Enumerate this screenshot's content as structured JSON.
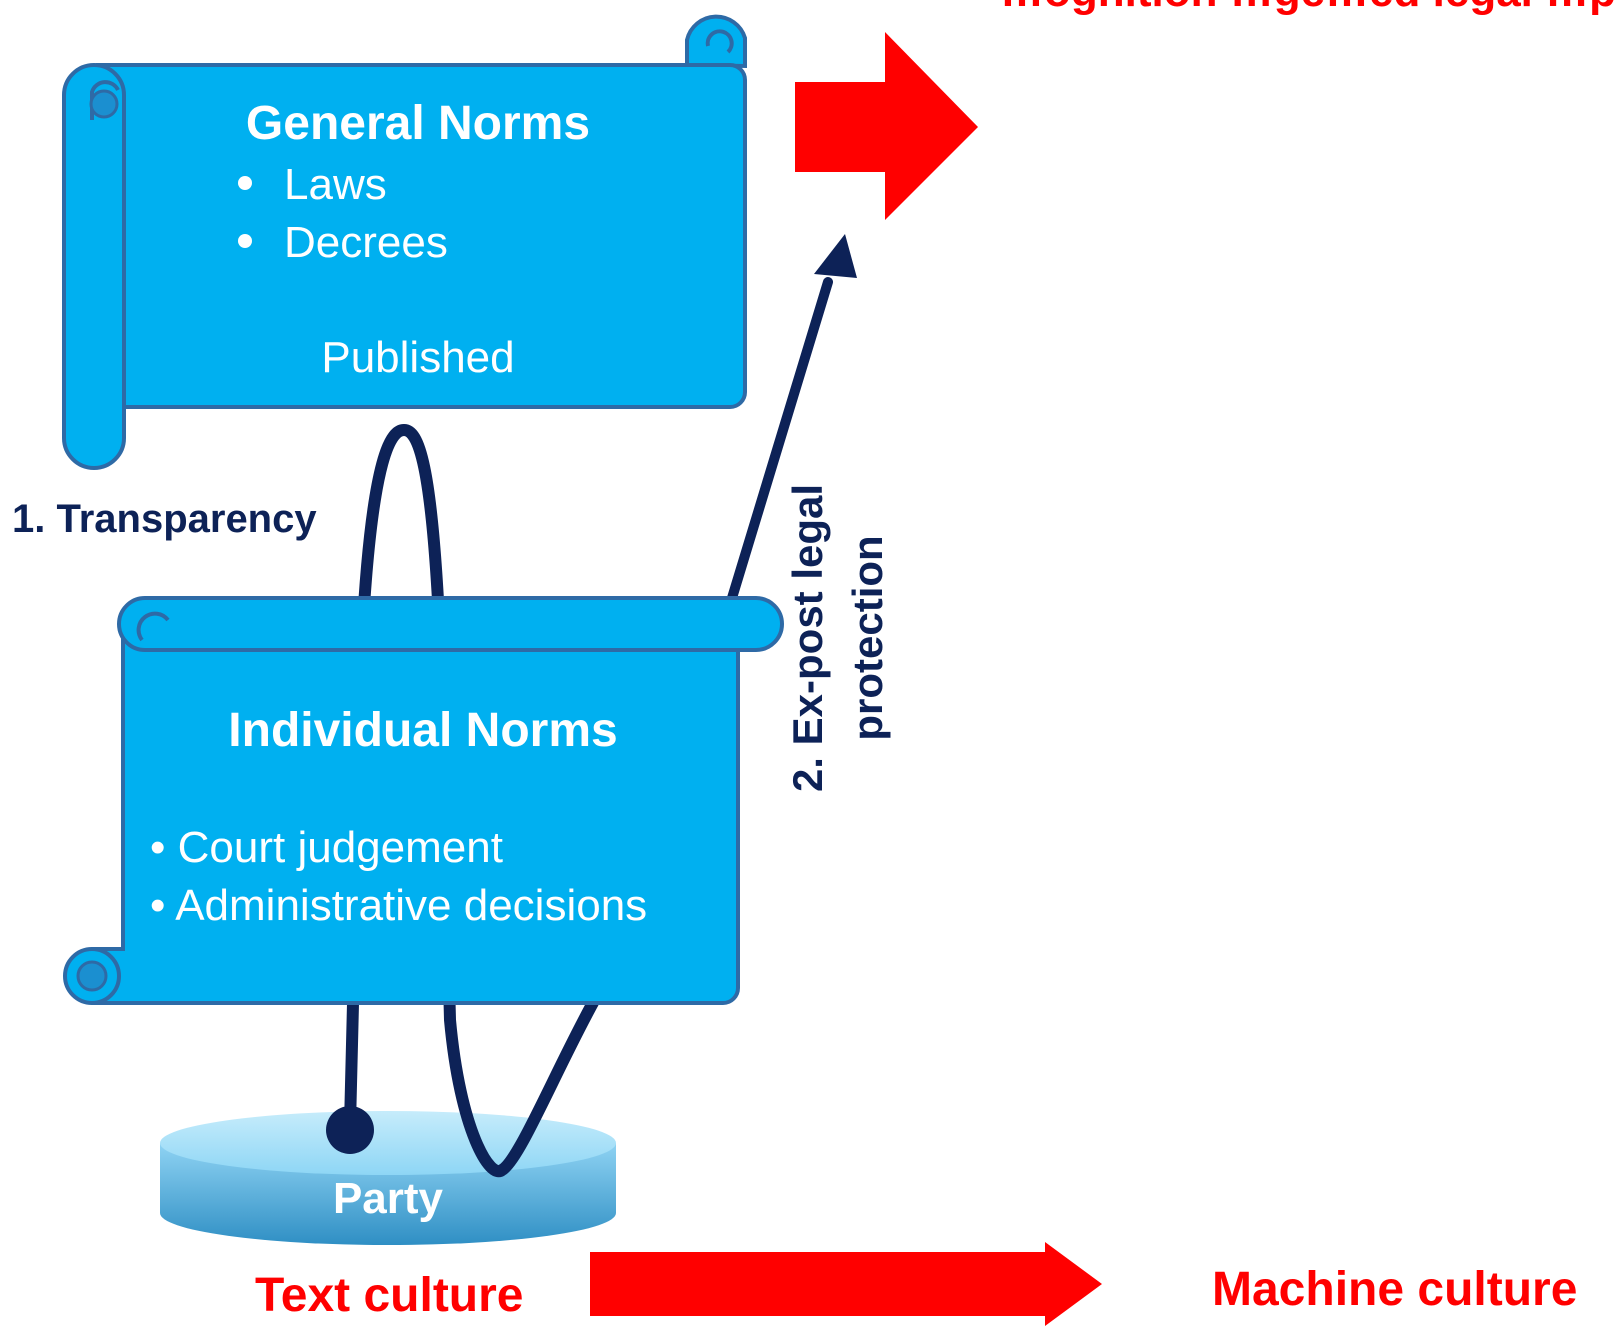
{
  "top_title": "…ognition …ge…ed legal …p…",
  "general_norms": {
    "title": "General Norms",
    "bullets": [
      "Laws",
      "Decrees"
    ],
    "footer": "Published"
  },
  "individual_norms": {
    "title": "Individual Norms",
    "bullets": [
      "• Court judgement",
      "• Administrative decisions"
    ]
  },
  "party": {
    "label": "Party"
  },
  "labels": {
    "transparency": "1. Transparency",
    "expost_line1": "2. Ex-post legal",
    "expost_line2": "protection"
  },
  "bottom": {
    "left": "Text culture",
    "right": "Machine culture"
  },
  "colors": {
    "scroll_fill": "#00b0f0",
    "scroll_stroke": "#2e6aa6",
    "navy": "#0d2257",
    "accent_red": "#ff0000"
  }
}
